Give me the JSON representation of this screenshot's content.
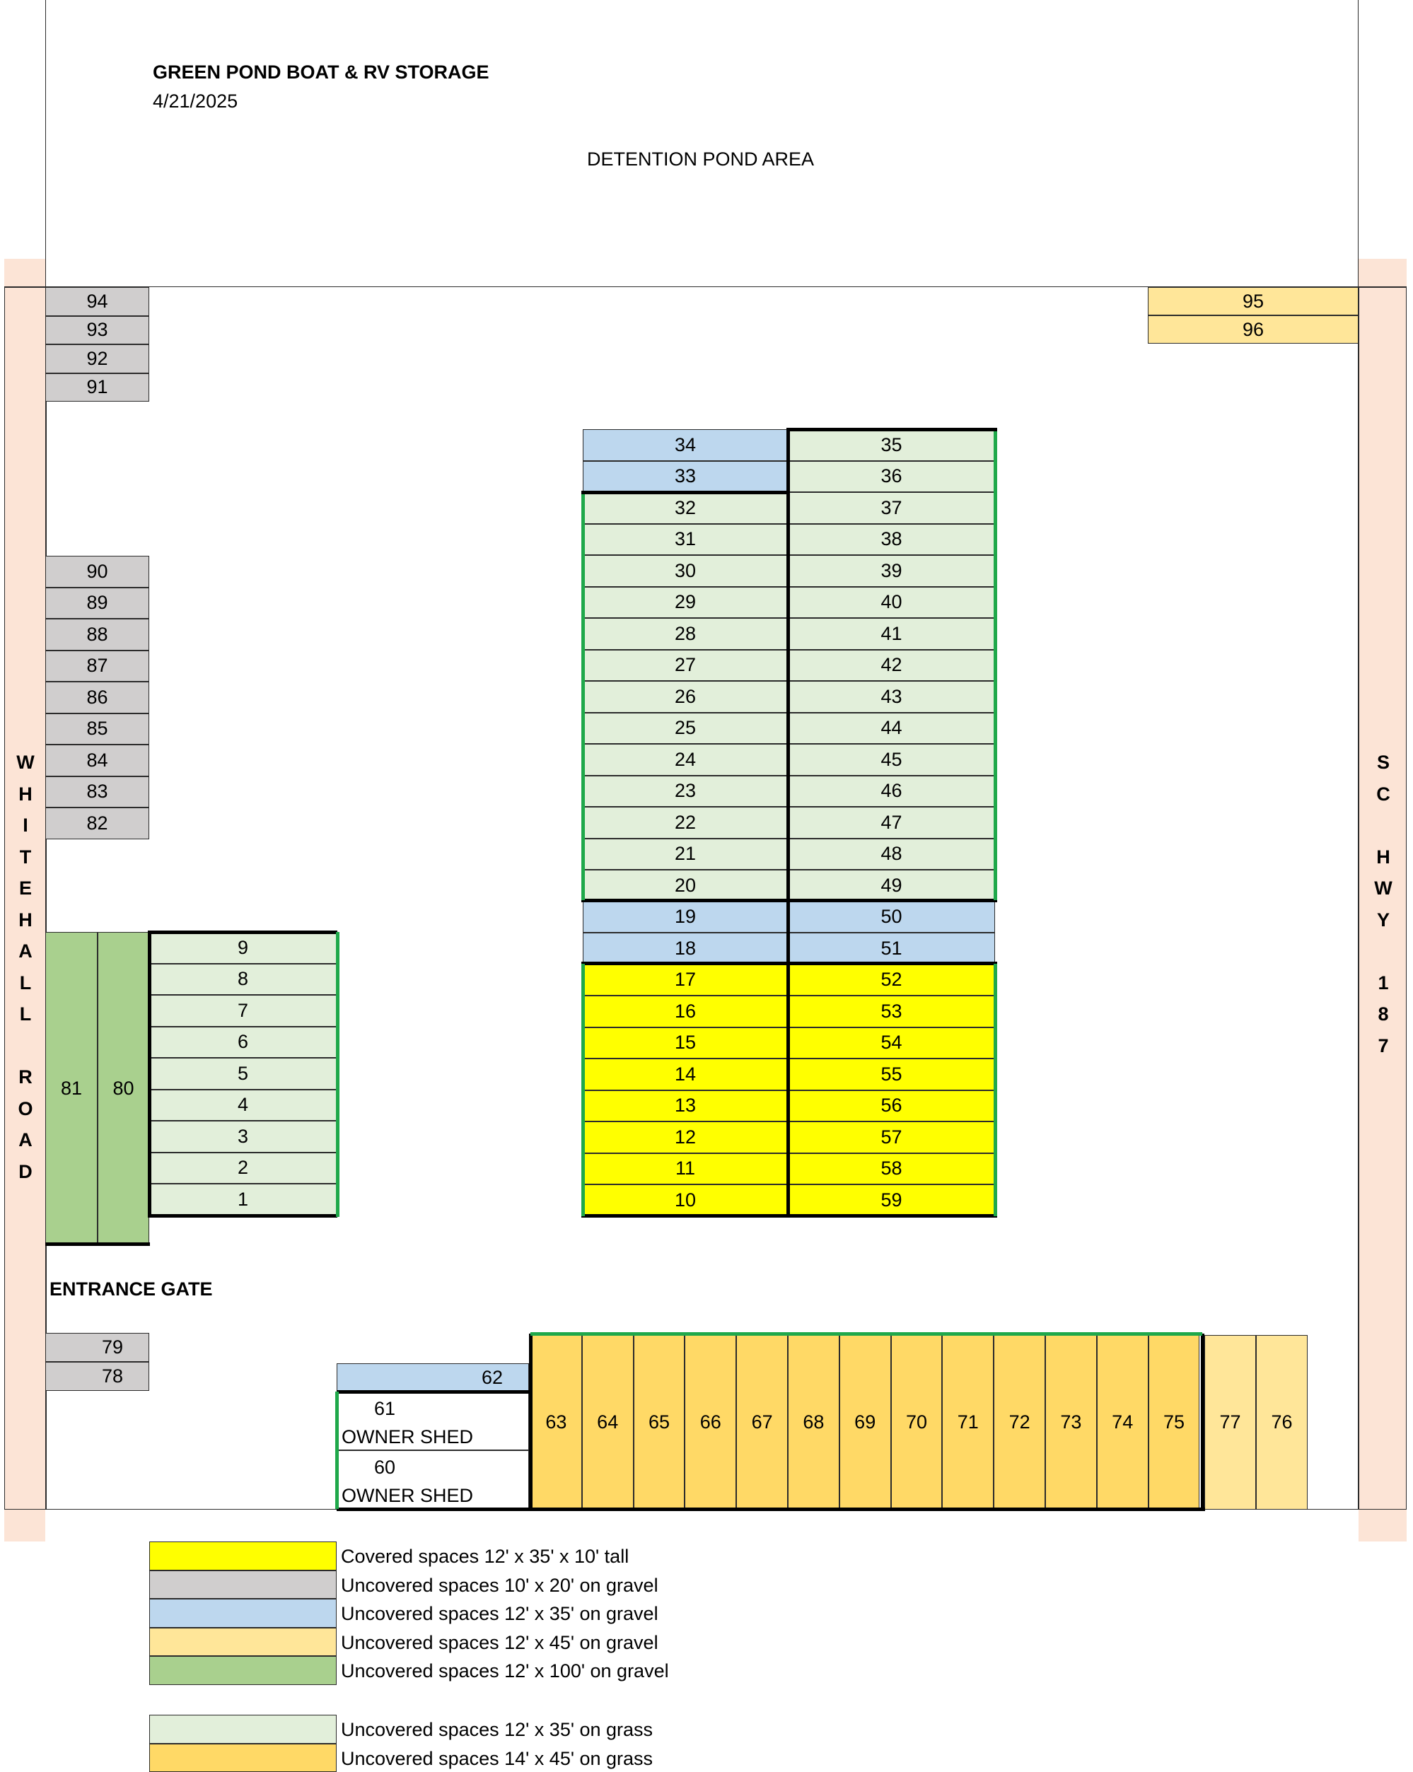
{
  "header": {
    "title": "GREEN POND BOAT & RV STORAGE",
    "date": "4/21/2025",
    "pond_label": "DETENTION POND AREA",
    "gate_label": "ENTRANCE GATE"
  },
  "roads": {
    "left_letters": [
      "W",
      "H",
      "I",
      "T",
      "E",
      "H",
      "A",
      "L",
      "L",
      "",
      "R",
      "O",
      "A",
      "D"
    ],
    "right_letters": [
      "S",
      "C",
      "",
      "H",
      "W",
      "Y",
      "",
      "1",
      "8",
      "7"
    ]
  },
  "colors": {
    "covered": "#ffff00",
    "gravel_small": "#d0cece",
    "gravel_35": "#bdd7ee",
    "gravel_45": "#ffe699",
    "gravel_100": "#a9d08e",
    "grass_35": "#e2efda",
    "grass_45": "#ffd966",
    "road": "#fce4d6",
    "green_edge": "#1fa84a"
  },
  "spaces": {
    "nw_block": [
      "94",
      "93",
      "92",
      "91"
    ],
    "ne_block": [
      "95",
      "96"
    ],
    "west_gravel": [
      "90",
      "89",
      "88",
      "87",
      "86",
      "85",
      "84",
      "83",
      "82"
    ],
    "long_spaces": [
      "81",
      "80"
    ],
    "west_grass": [
      "9",
      "8",
      "7",
      "6",
      "5",
      "4",
      "3",
      "2",
      "1"
    ],
    "center_left_gravel": [
      "34",
      "33"
    ],
    "center_left_grass": [
      "32",
      "31",
      "30",
      "29",
      "28",
      "27",
      "26",
      "25",
      "24",
      "23",
      "22",
      "21",
      "20"
    ],
    "center_left_gravel_2": [
      "19",
      "18"
    ],
    "center_left_covered": [
      "17",
      "16",
      "15",
      "14",
      "13",
      "12",
      "11",
      "10"
    ],
    "center_right_grass": [
      "35",
      "36",
      "37",
      "38",
      "39",
      "40",
      "41",
      "42",
      "43",
      "44",
      "45",
      "46",
      "47",
      "48",
      "49"
    ],
    "center_right_gravel": [
      "50",
      "51"
    ],
    "center_right_covered": [
      "52",
      "53",
      "54",
      "55",
      "56",
      "57",
      "58",
      "59"
    ],
    "gate_spaces": [
      "79",
      "78"
    ],
    "space_62": "62",
    "sheds": [
      {
        "number": "61",
        "label": "OWNER SHED"
      },
      {
        "number": "60",
        "label": "OWNER SHED"
      }
    ],
    "south_grass": [
      "63",
      "64",
      "65",
      "66",
      "67",
      "68",
      "69",
      "70",
      "71",
      "72",
      "73",
      "74",
      "75"
    ],
    "south_gravel": [
      "77",
      "76"
    ]
  },
  "legend": [
    {
      "color": "#ffff00",
      "label": "Covered spaces 12' x 35' x 10' tall"
    },
    {
      "color": "#d0cece",
      "label": "Uncovered spaces 10' x 20' on gravel"
    },
    {
      "color": "#bdd7ee",
      "label": "Uncovered spaces 12' x 35' on gravel"
    },
    {
      "color": "#ffe699",
      "label": "Uncovered spaces 12' x 45' on gravel"
    },
    {
      "color": "#a9d08e",
      "label": "Uncovered spaces 12' x 100' on gravel"
    },
    {
      "color": "#e2efda",
      "label": "Uncovered spaces 12' x 35' on grass"
    },
    {
      "color": "#ffd966",
      "label": "Uncovered spaces 14' x 45' on grass"
    }
  ]
}
